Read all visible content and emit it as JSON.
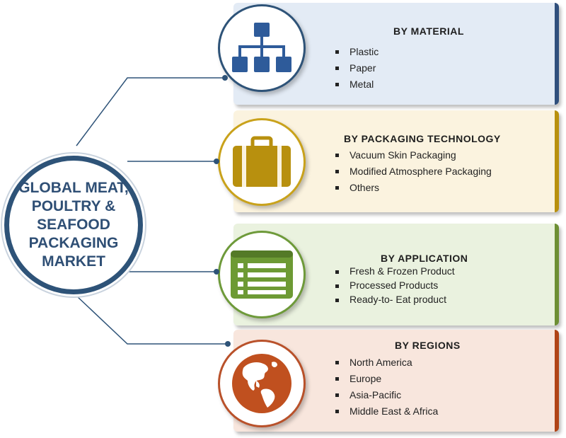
{
  "center": {
    "title": "GLOBAL MEAT, POULTRY & SEAFOOD PACKAGING MARKET"
  },
  "segments": [
    {
      "title": "BY MATERIAL",
      "icon": "hierarchy-icon",
      "color": "#2f4f7c",
      "items": [
        "Plastic",
        "Paper",
        "Metal"
      ]
    },
    {
      "title": "BY PACKAGING TECHNOLOGY",
      "icon": "suitcase-icon",
      "color": "#b8900e",
      "items": [
        "Vacuum Skin Packaging",
        "Modified Atmosphere Packaging",
        "Others"
      ]
    },
    {
      "title": "BY APPLICATION",
      "icon": "list-window-icon",
      "color": "#6d8f34",
      "items": [
        "Fresh & Frozen Product",
        "Processed Products",
        "Ready-to- Eat product"
      ]
    },
    {
      "title": "BY REGIONS",
      "icon": "globe-icon",
      "color": "#b04416",
      "items": [
        "North America",
        "Europe",
        "Asia-Pacific",
        "Middle East & Africa"
      ]
    }
  ]
}
